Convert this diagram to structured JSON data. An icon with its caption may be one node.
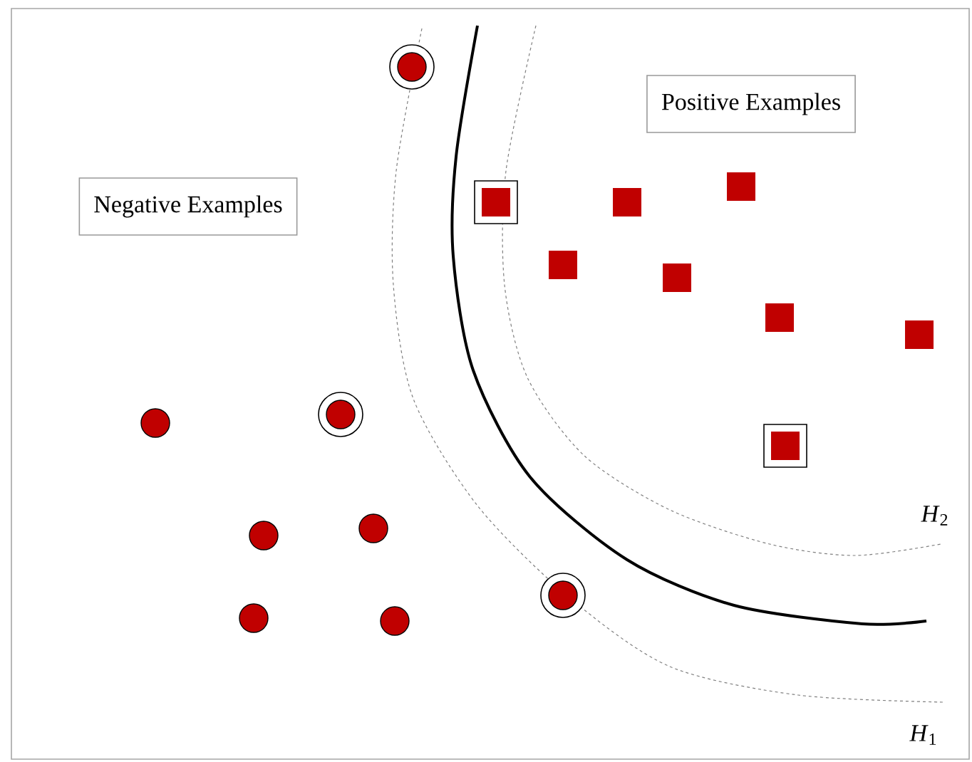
{
  "diagram": {
    "nodes": [
      {
        "text": [
          "Positive Examples"
        ]
      },
      {
        "text": [
          "Negative Examples"
        ]
      }
    ],
    "labels": [
      "*H*$_{2}$",
      "*H*$_{1}$"
    ]
  }
}
